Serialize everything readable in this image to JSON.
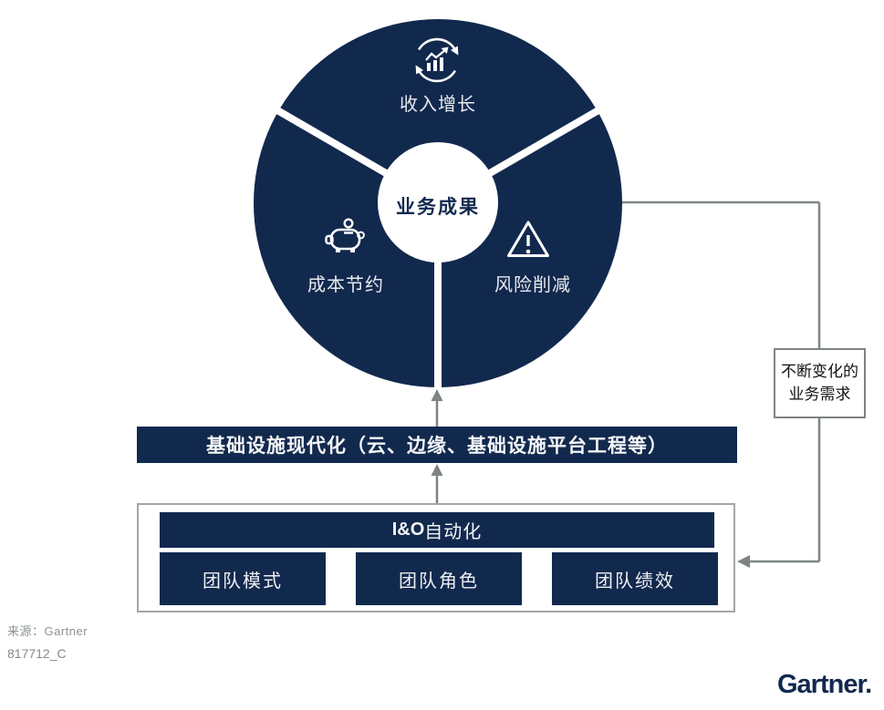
{
  "colors": {
    "navy": "#12294E",
    "connector_gray": "#7E8486",
    "label_light": "#E7EAED",
    "source_gray": "#8C9295"
  },
  "donut": {
    "center_label": "业务成果",
    "segments": [
      {
        "label": "收入增长",
        "icon": "growth-cycle-icon"
      },
      {
        "label": "成本节约",
        "icon": "piggy-bank-icon"
      },
      {
        "label": "风险削减",
        "icon": "warning-triangle-icon"
      }
    ]
  },
  "modernization_bar": {
    "label": "基础设施现代化（云、边缘、基础设施平台工程等）"
  },
  "automation_box": {
    "header_en": "I&O",
    "header_cn": "自动化",
    "items": [
      "团队模式",
      "团队角色",
      "团队绩效"
    ]
  },
  "feedback_label": {
    "line1": "不断变化的",
    "line2": "业务需求"
  },
  "footer": {
    "source": "来源：Gartner",
    "doc_id": "817712_C",
    "logo": "Gartner."
  }
}
